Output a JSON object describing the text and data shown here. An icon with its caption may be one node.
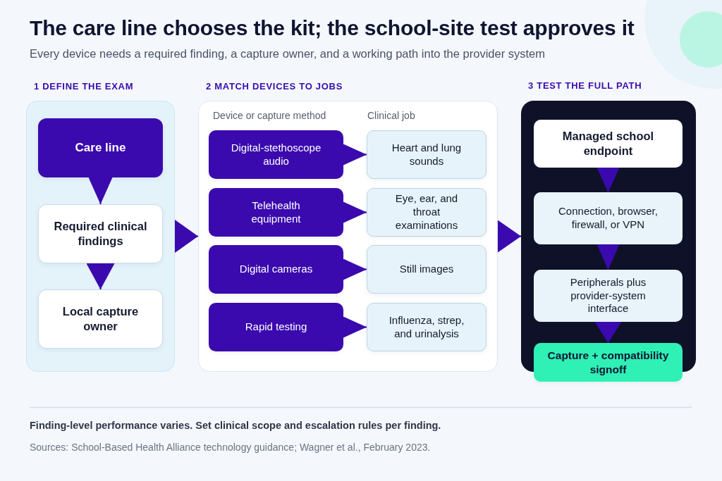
{
  "diagram": {
    "title": "The care line chooses the kit; the school-site test approves it",
    "nodes": [
      {
        "text": [
          "1 DEFINE THE EXAM"
        ]
      },
      {
        "text": [
          "Care line"
        ],
        "in": 0
      },
      {
        "text": [
          "Required clinical findings"
        ],
        "in": 0
      },
      {
        "text": [
          "Local capture owner"
        ],
        "in": 0
      },
      {
        "text": [
          "2 MATCH DEVICES TO JOBS",
          "Device or capture method",
          "Clinical job"
        ]
      },
      {
        "text": [
          "Digital-stethoscope audio"
        ],
        "in": 4
      },
      {
        "text": [
          "Heart and lung sounds"
        ],
        "in": 4
      },
      {
        "text": [
          "Telehealth equipment"
        ],
        "in": 4
      },
      {
        "text": [
          "Eye, ear, and throat examinations"
        ],
        "in": 4
      },
      {
        "text": [
          "Digital cameras"
        ],
        "in": 4
      },
      {
        "text": [
          "Still images"
        ],
        "in": 4
      },
      {
        "text": [
          "Rapid testing"
        ],
        "in": 4
      },
      {
        "text": [
          "Influenza, strep, and urinalysis"
        ],
        "in": 4
      },
      {
        "text": [
          "3 TEST THE FULL PATH"
        ]
      },
      {
        "text": [
          "Managed school endpoint"
        ],
        "in": 13
      },
      {
        "text": [
          "Connection, browser, firewall, or VPN"
        ],
        "in": 13
      },
      {
        "text": [
          "Peripherals plus provider-system interface"
        ],
        "in": 13
      },
      {
        "text": [
          "Capture + compatibility signoff"
        ]
      }
    ],
    "edges": [
      {
        "from": 1,
        "to": 2,
        "arrow": "to"
      },
      {
        "from": 2,
        "to": 3,
        "arrow": "to"
      },
      {
        "from": 0,
        "to": 4,
        "arrow": "to"
      },
      {
        "from": 5,
        "to": 6,
        "arrow": "to"
      },
      {
        "from": 7,
        "to": 8,
        "arrow": "to"
      },
      {
        "from": 9,
        "to": 10,
        "arrow": "to"
      },
      {
        "from": 11,
        "to": 12,
        "arrow": "to"
      },
      {
        "from": 4,
        "to": 13,
        "arrow": "to"
      },
      {
        "from": 14,
        "to": 15,
        "arrow": "to"
      },
      {
        "from": 15,
        "to": 16,
        "arrow": "to"
      },
      {
        "from": 16,
        "to": 17,
        "arrow": "to"
      }
    ],
    "labels": [
      "Every device needs a required finding, a capture owner, and a working path into the provider system",
      "Finding-level performance varies. Set clinical scope and escalation rules per finding.",
      "Sources: School-Based Health Alliance technology guidance; Wagner et al., February 2023."
    ]
  }
}
